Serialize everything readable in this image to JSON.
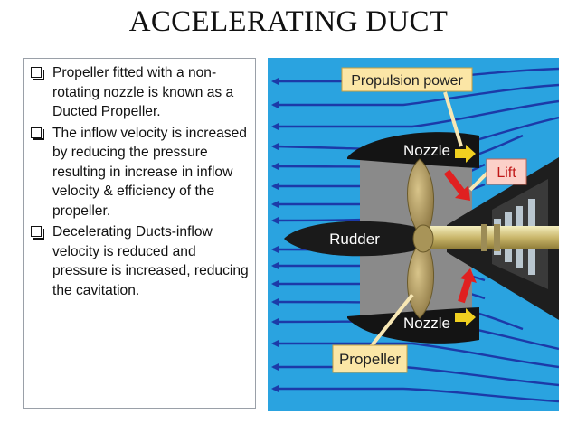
{
  "title": "ACCELERATING DUCT",
  "bullets": [
    "Propeller fitted with a non-rotating nozzle is known as a Ducted Propeller.",
    "The inflow velocity is increased by reducing the pressure resulting in increase in inflow velocity & efficiency of the propeller.",
    "Decelerating Ducts-inflow velocity is reduced and pressure is increased, reducing the cavitation."
  ],
  "diagram": {
    "propulsion_power": "Propulsion power",
    "nozzle_top": "Nozzle",
    "nozzle_bottom": "Nozzle",
    "lift": "Lift",
    "rudder": "Rudder",
    "propeller": "Propeller"
  },
  "colors": {
    "water": "#2aa3e0",
    "flow_lines": "#1c3aa8",
    "duct_region": "#8a8a8a",
    "nozzle": "#141414",
    "label_box": "#fbe6a6",
    "lift_box": "#fbd0c8",
    "force_arrow": "#e02020",
    "thrust_arrow": "#f0d020"
  }
}
